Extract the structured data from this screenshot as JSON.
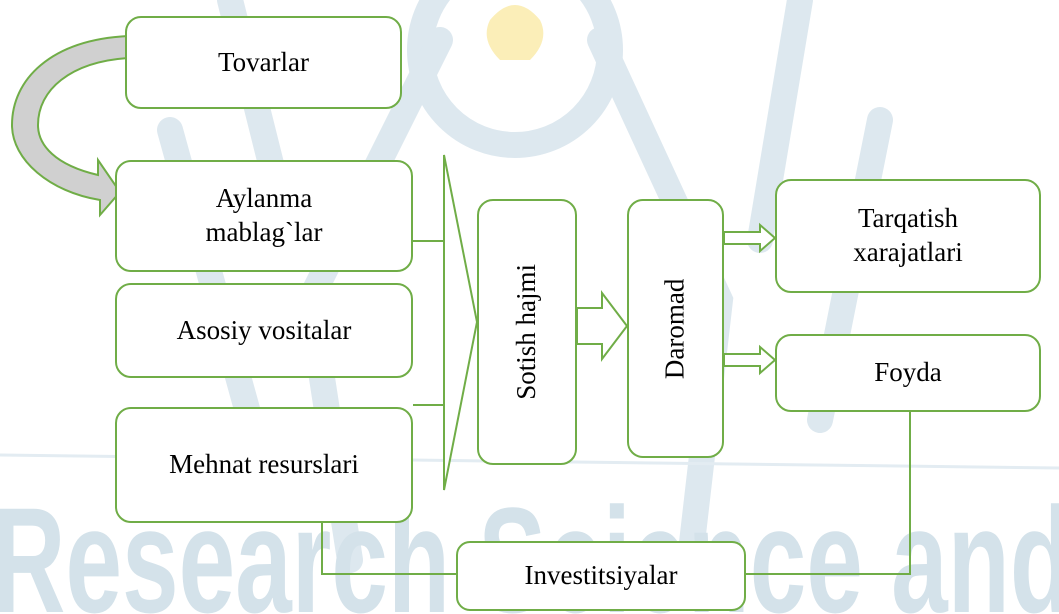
{
  "diagram": {
    "nodes": {
      "tovarlar": "Tovarlar",
      "aylanma": "Aylanma mablag`lar",
      "asosiy": "Asosiy vositalar",
      "mehnat": "Mehnat resurslari",
      "sotish": "Sotish hajmi",
      "daromad": "Daromad",
      "tarqatish": "Tarqatish xarajatlari",
      "foyda": "Foyda",
      "investitsiyalar": "Investitsiyalar"
    },
    "watermark_text": "Research Science and",
    "colors": {
      "border": "#70ad47",
      "watermark": "#d7e4ec"
    }
  }
}
